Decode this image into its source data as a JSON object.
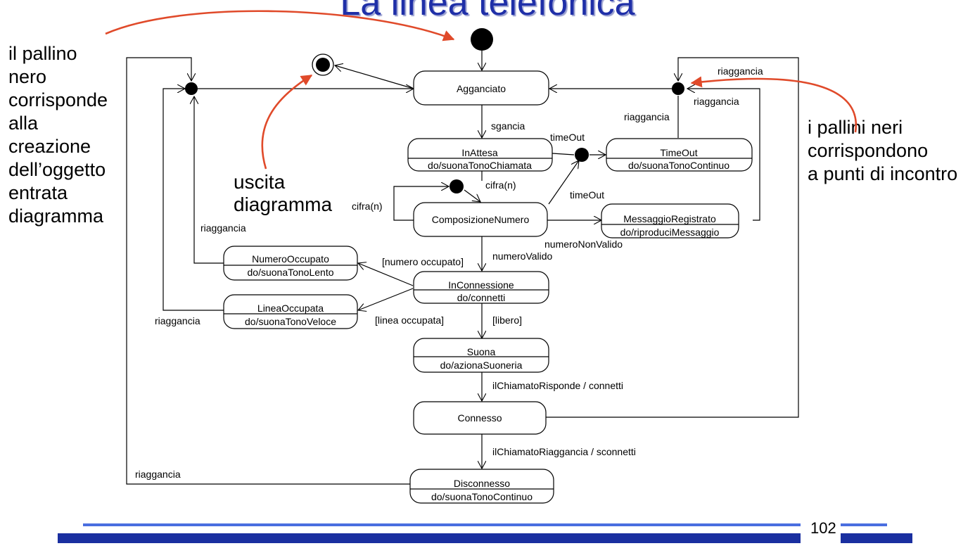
{
  "title": "La linea telefonica",
  "notes": {
    "left": [
      "il pallino",
      "nero",
      "corrisponde",
      "alla",
      "creazione",
      "dell’oggetto",
      "entrata",
      "diagramma"
    ],
    "exit": [
      "uscita",
      "diagramma"
    ],
    "right": [
      "i pallini neri",
      "corrispondono",
      "a punti di incontro"
    ]
  },
  "states": {
    "agganciato": {
      "name": "Agganciato"
    },
    "inattesa": {
      "name": "InAttesa",
      "action": "do/suonaTonoChiamata"
    },
    "timeout": {
      "name": "TimeOut",
      "action": "do/suonaTonoContinuo"
    },
    "composizione": {
      "name": "ComposizioneNumero"
    },
    "messaggio": {
      "name": "MessaggioRegistrato",
      "action": "do/riproduciMessaggio"
    },
    "occupato": {
      "name": "NumeroOccupato",
      "action": "do/suonaTonoLento"
    },
    "inconnessione": {
      "name": "InConnessione",
      "action": "do/connetti"
    },
    "lineaoccupata": {
      "name": "LineaOccupata",
      "action": "do/suonaTonoVeloce"
    },
    "suona": {
      "name": "Suona",
      "action": "do/azionaSuoneria"
    },
    "connesso": {
      "name": "Connesso"
    },
    "disconnesso": {
      "name": "Disconnesso",
      "action": "do/suonaTonoContinuo"
    }
  },
  "labels": {
    "sgancia": "sgancia",
    "timeout_1": "timeOut",
    "timeout_2": "timeOut",
    "cifra_1": "cifra(n)",
    "cifra_2": "cifra(n)",
    "riaggancia_top": "riaggancia",
    "riaggancia_right_1": "riaggancia",
    "riaggancia_right_2": "riaggancia",
    "riaggancia_left_1": "riaggancia",
    "riaggancia_left_2": "riaggancia",
    "riaggancia_bottom": "riaggancia",
    "numero_non_valido": "numeroNonValido",
    "numero_valido": "numeroValido",
    "numero_occupato": "[numero occupato]",
    "linea_occupata": "[linea occupata]",
    "libero": "[libero]",
    "risponde": "ilChiamatoRisponde / connetti",
    "riaggancia_chiamato": "ilChiamatoRiaggancia / sconnetti"
  },
  "page_number": "102",
  "colors": {
    "title": "#1f2fa8",
    "annotation_arrow": "#e04a2a",
    "footer_light": "#4a6ee0",
    "footer_dark": "#1a2fa0"
  }
}
